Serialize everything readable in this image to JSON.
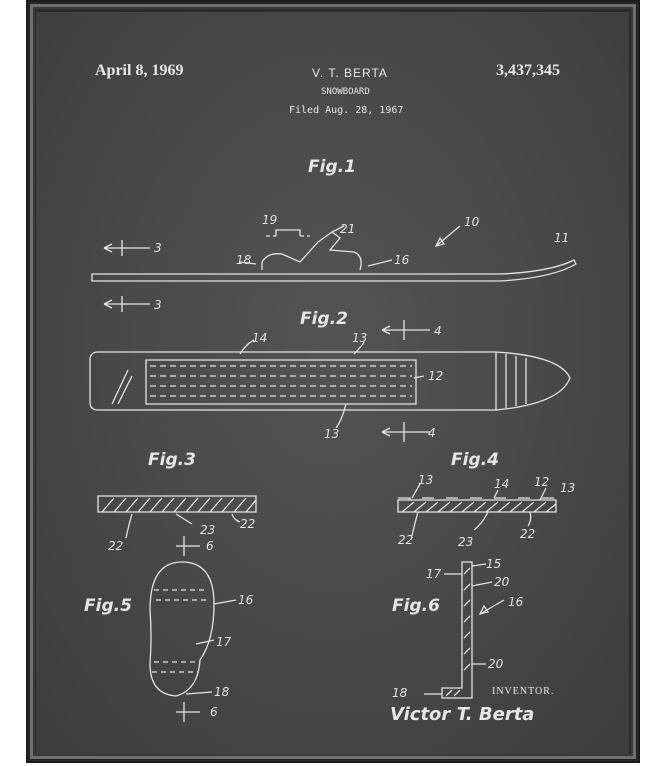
{
  "header": {
    "date": "April 8, 1969",
    "inventor_short": "V. T. BERTA",
    "title": "SNOWBOARD",
    "filed": "Filed Aug. 28, 1967",
    "patent_number": "3,437,345"
  },
  "figures": {
    "fig1": "Fig.1",
    "fig2": "Fig.2",
    "fig3": "Fig.3",
    "fig4": "Fig.4",
    "fig5": "Fig.5",
    "fig6": "Fig.6"
  },
  "refs": {
    "r3": "3",
    "r4": "4",
    "r6": "6",
    "r10": "10",
    "r11": "11",
    "r12": "12",
    "r13": "13",
    "r14": "14",
    "r15": "15",
    "r16": "16",
    "r17": "17",
    "r18": "18",
    "r19": "19",
    "r20": "20",
    "r21": "21",
    "r22": "22",
    "r23": "23"
  },
  "footer": {
    "inventor_label": "INVENTOR.",
    "inventor_name": "Victor T. Berta"
  },
  "colors": {
    "board": "#4a4a4a",
    "frame": "#2b2b2b",
    "ink": "#e4e4e4"
  }
}
